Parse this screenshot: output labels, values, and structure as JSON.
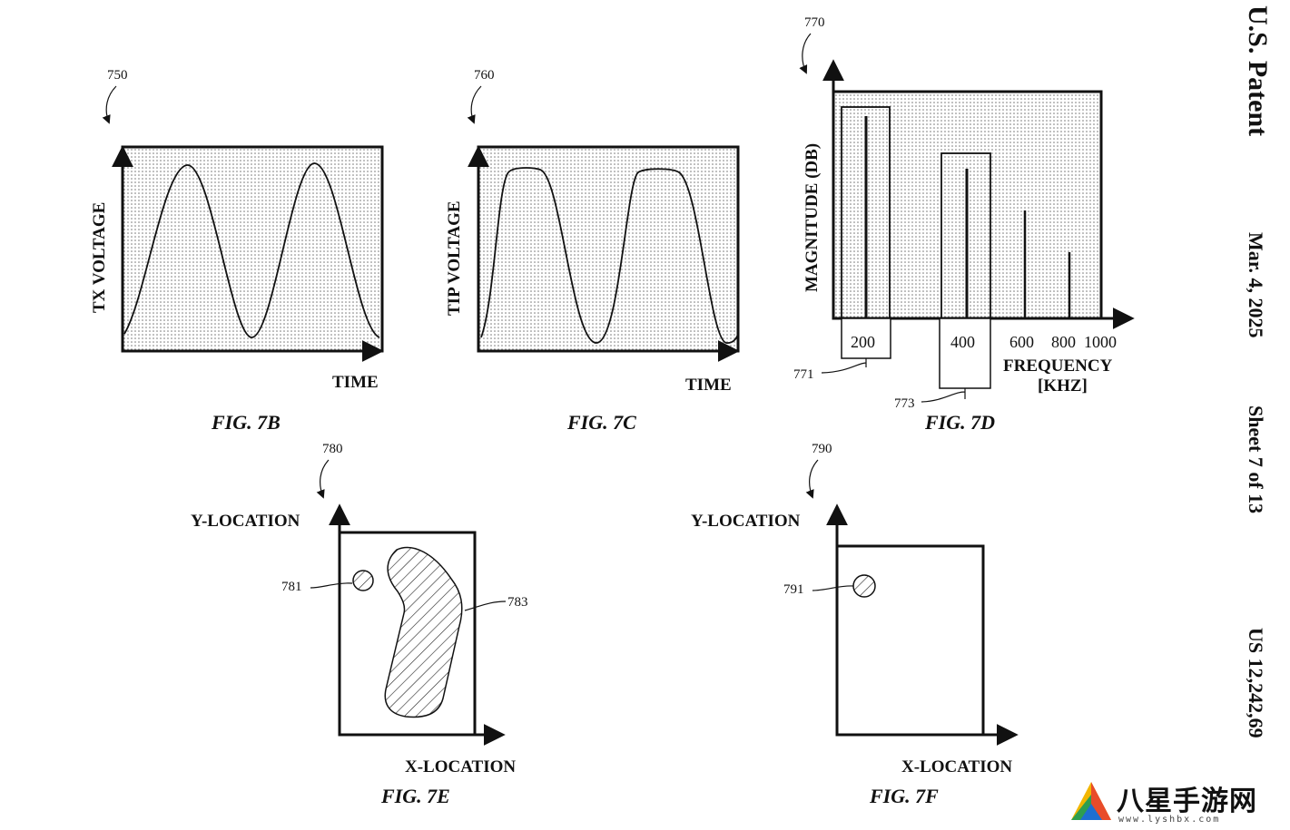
{
  "sidebar": {
    "publisher": "U.S. Patent",
    "date": "Mar. 4, 2025",
    "sheet": "Sheet 7 of 13",
    "patent_number": "US 12,242,69"
  },
  "fig7b": {
    "ref": "750",
    "ylabel": "TX VOLTAGE",
    "xlabel": "TIME",
    "caption": "FIG. 7B"
  },
  "fig7c": {
    "ref": "760",
    "ylabel": "TIP VOLTAGE",
    "xlabel": "TIME",
    "caption": "FIG. 7C"
  },
  "fig7d": {
    "ref": "770",
    "ylabel": "MAGNITUDE (DB)",
    "xlabel_line1": "FREQUENCY",
    "xlabel_line2": "[KHZ]",
    "tick_200": "200",
    "tick_400": "400",
    "tick_600": "600",
    "tick_800": "800",
    "tick_1000": "1000",
    "ref_box1": "771",
    "ref_box2": "773",
    "caption": "FIG. 7D"
  },
  "fig7e": {
    "ref": "780",
    "ylabel": "Y-LOCATION",
    "xlabel": "X-LOCATION",
    "ref_small": "781",
    "ref_large": "783",
    "caption": "FIG. 7E"
  },
  "fig7f": {
    "ref": "790",
    "ylabel": "Y-LOCATION",
    "xlabel": "X-LOCATION",
    "ref_small": "791",
    "caption": "FIG. 7F"
  },
  "watermark": {
    "text": "八星手游网",
    "url": "www.lyshbx.com"
  }
}
